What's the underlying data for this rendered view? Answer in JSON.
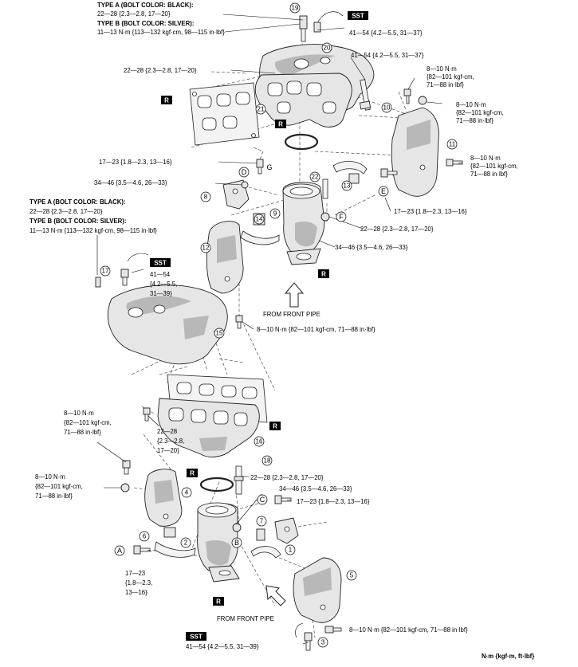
{
  "diagram": {
    "footer_units": "N·m {kgf·m, ft·lbf}",
    "notes": {
      "type_a_top": "TYPE A (BOLT COLOR: BLACK):",
      "type_a_top_val": "22—28 {2.3—2.8, 17—20}",
      "type_b_top": "TYPE B (BOLT COLOR: SILVER):",
      "type_b_top_val": "11—13 N·m {113—132 kgf·cm, 98—115 in·lbf}",
      "sst_top_val": "41—54 {4.2—5.5, 31—37}",
      "n20_left": "22—28 {2.3—2.8, 17—20}",
      "n10_top": "41—54 {4.2—5.5, 31—37}",
      "n_r1_l1": "8—10 N·m",
      "n_r1_l2": "{82—101 kgf-cm,",
      "n_r1_l3": "71—88 in·lbf}",
      "n_r2_l1": "8—10 N·m",
      "n_r2_l2": "{82—101 kgf-cm,",
      "n_r2_l3": "71—88 in·lbf}",
      "n_r3_l1": "8—10 N·m",
      "n_r3_l2": "{82—101 kgf-cm,",
      "n_r3_l3": "71—88 in·lbf}",
      "n_g": "17—23 {1.8—2.3, 13—16}",
      "n_d": "34—46 {3.5—4.6, 26—33}",
      "n_e": "17—23 {1.8—2.3, 13—16}",
      "n_f": "22—28 {2.3—2.8, 17—20}",
      "n_9": "34—46 {3.5—4.6, 26—33}",
      "type_a_mid": "TYPE A (BOLT COLOR: BLACK):",
      "type_a_mid_val": "22—28 {2.3—2.8, 17—20}",
      "type_b_mid": "TYPE B (BOLT COLOR: SILVER):",
      "type_b_mid_val": "11—13 N·m {113—132 kgf-cm, 98—115 in·lbf}",
      "sst_mid_l1": "41—54",
      "sst_mid_l2": "{4.2—5.5,",
      "sst_mid_l3": "31—39}",
      "from_front_pipe_1": "FROM FRONT PIPE",
      "n_15": "8—10 N·m {82—101 kgf-cm, 71—88 in·lbf}",
      "n_l1_l1": "8—10 N·m",
      "n_l1_l2": "{82—101 kgf-cm,",
      "n_l1_l3": "71—88 in·lbf}",
      "n_16_l1": "22—28",
      "n_16_l2": "{2.3—2.8,",
      "n_16_l3": "17—20}",
      "n_l2_l1": "8—10 N·m",
      "n_l2_l2": "{82—101 kgf-cm,",
      "n_l2_l3": "71—88 in·lbf}",
      "n_18": "22—28 {2.3—2.8, 17—20}",
      "n_b": "34—46 {3.5—4.6, 26—33}",
      "n_c": "17—23 {1.8—2.3, 13—16}",
      "n_a_l1": "17—23",
      "n_a_l2": "{1.8—2.3,",
      "n_a_l3": "13—16}",
      "from_front_pipe_2": "FROM FRONT PIPE",
      "n_5": "8—10 N·m {82—101 kgf-cm, 71—88 in·lbf}",
      "sst_bot_val": "41—54 {4.2—5.5, 31—39}"
    },
    "callouts": {
      "c1": "1",
      "c2": "2",
      "c3": "3",
      "c4": "4",
      "c5": "5",
      "c6": "6",
      "c7": "7",
      "c8": "8",
      "c9": "9",
      "c10": "10",
      "c11": "11",
      "c12": "12",
      "c13": "13",
      "c14": "14",
      "c15": "15",
      "c16": "16",
      "c17": "17",
      "c18": "18",
      "c19": "19",
      "c20": "20",
      "c21": "21",
      "c22": "22"
    },
    "letters": {
      "A": "A",
      "B": "B",
      "C": "C",
      "D": "D",
      "E": "E",
      "F": "F",
      "G": "G"
    },
    "tags": {
      "r": "R",
      "sst": "SST"
    }
  }
}
